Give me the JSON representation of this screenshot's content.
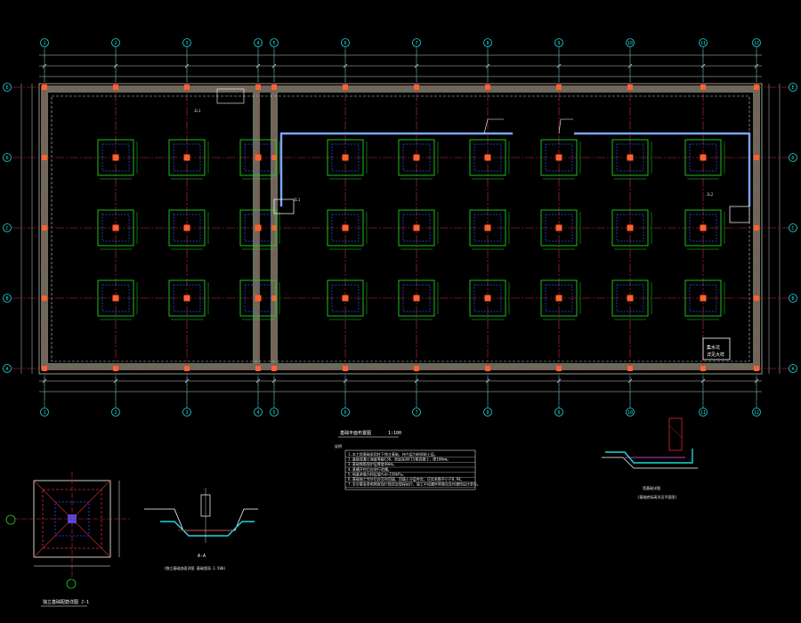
{
  "drawing": {
    "axis_labels_horizontal": [
      "1",
      "2",
      "3",
      "4",
      "5",
      "6",
      "7",
      "8",
      "9",
      "10",
      "11",
      "12"
    ],
    "axis_labels_vertical": [
      "A",
      "B",
      "C",
      "D",
      "E"
    ],
    "plan_title": "基础平面布置图",
    "plan_scale": "1:100",
    "notes_heading": "说明",
    "notes": [
      "1.本工程基础采用柱下独立基础，持力层为粉质粘土层。",
      "2.基础混凝土强度等级C30，垫层采用C15素混凝土，厚100mm。",
      "3.基础钢筋保护层厚度40mm。",
      "4.基槽开挖后应进行验槽。",
      "5.地基承载力特征值fak=150kPa。",
      "6.基础施工完毕后应及时回填，回填土分层夯实，压实系数不小于0.94。",
      "7.未尽事宜参照国家现行规范及规程执行，施工中如遇异常情况及时通知设计单位。"
    ],
    "detail_footing_title": "独立基础配筋详图 J-1",
    "section_title": "A-A",
    "section_subtitle": "(独立基础剖面详图 基础埋深-1.500)",
    "wall_detail_title": "墙基础详图",
    "wall_detail_subtitle": "(基础底标高详见平面图)",
    "pit_label": "集水坑",
    "pit_label_2": "详见大样",
    "callout_labels": [
      "JL1",
      "JL1",
      "JL2"
    ]
  },
  "colors": {
    "background": "#000000",
    "axis": "#1fd8d8",
    "gridline": "#d42a3c",
    "footing": "#1ed21e",
    "footing_inner": "#3050ff",
    "column": "#ff6030",
    "wall_band": "#8a8a7a",
    "beam": "#7aa8ff",
    "dimension": "#ffffff"
  }
}
